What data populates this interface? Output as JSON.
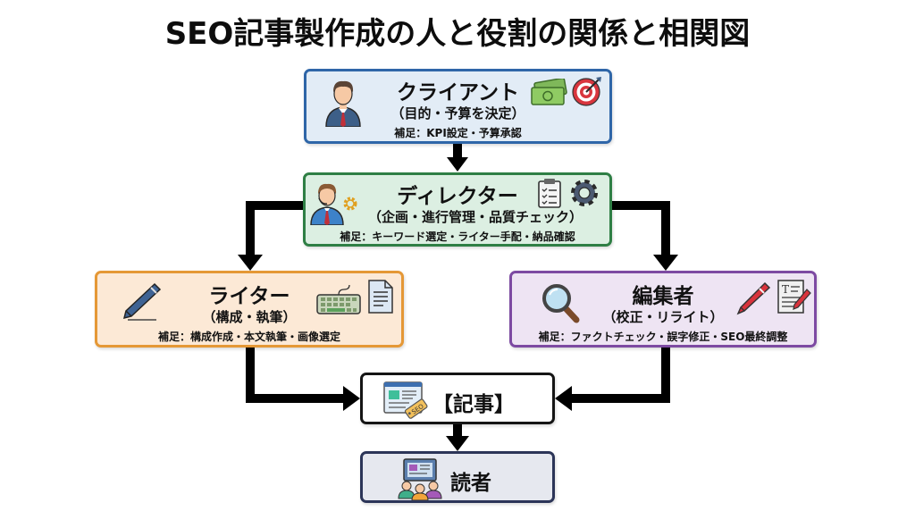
{
  "title": "SEO記事製作成の人と役割の関係と相関図",
  "nodes": {
    "client": {
      "name": "クライアント",
      "role": "（目的・予算を決定）",
      "note": "補足：KPI設定・予算承認",
      "icons": [
        "businessman-icon",
        "money-bills-icon",
        "target-icon"
      ],
      "color": "#2f66a8"
    },
    "director": {
      "name": "ディレクター",
      "role": "（企画・進行管理・品質チェック）",
      "note": "補足：キーワード選定・ライター手配・納品確認",
      "icons": [
        "headset-person-icon",
        "small-gear-icon",
        "clipboard-checklist-icon",
        "gear-icon"
      ],
      "color": "#2f7f45"
    },
    "writer": {
      "name": "ライター",
      "role": "（構成・執筆）",
      "note": "補足：構成作成・本文執筆・画像選定",
      "icons": [
        "pen-icon",
        "keyboard-icon",
        "document-icon"
      ],
      "color": "#e59836"
    },
    "editor": {
      "name": "編集者",
      "role": "（校正・リライト）",
      "note": "補足：ファクトチェック・誤字修正・SEO最終調整",
      "icons": [
        "magnifier-icon",
        "red-pen-icon",
        "edit-document-icon"
      ],
      "color": "#7d4aa2"
    },
    "article": {
      "name": "【記事】",
      "icons": [
        "webpage-seo-tag-icon"
      ],
      "tag": "SEO"
    },
    "reader": {
      "name": "読者",
      "icons": [
        "audience-screen-icon"
      ]
    }
  },
  "edges": [
    {
      "from": "client",
      "to": "director"
    },
    {
      "from": "director",
      "to": "writer"
    },
    {
      "from": "director",
      "to": "editor"
    },
    {
      "from": "writer",
      "to": "article"
    },
    {
      "from": "editor",
      "to": "article"
    },
    {
      "from": "article",
      "to": "reader"
    }
  ]
}
